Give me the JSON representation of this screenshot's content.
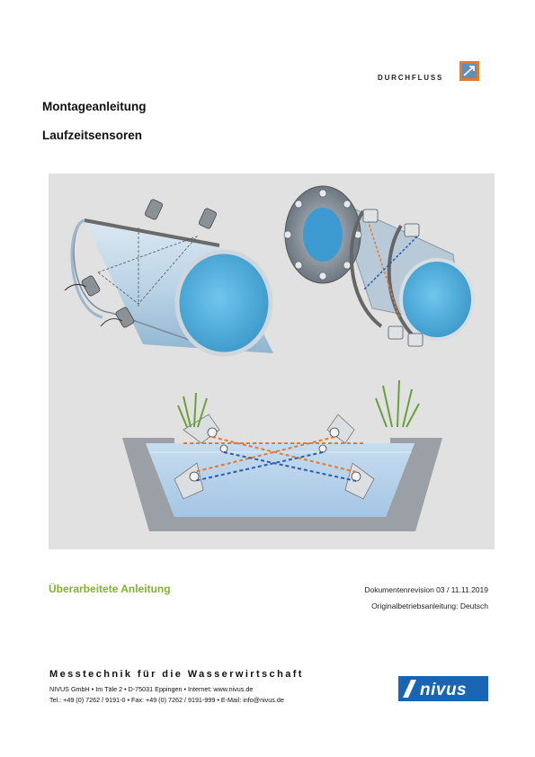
{
  "header": {
    "category": "DURCHFLUSS",
    "category_icon": "flow-pipe-icon",
    "accent_color": "#e8792b"
  },
  "title": {
    "line1": "Montageanleitung",
    "line2": "Laufzeitsensoren"
  },
  "figure": {
    "description_icons": [
      "pipe-with-clamp-sensors-illustration",
      "flanged-pipe-with-sensors-illustration",
      "open-channel-with-sensors-illustration"
    ]
  },
  "meta": {
    "status": "Überarbeitete Anleitung",
    "status_color": "#82b428",
    "document_revision": "Dokumentenrevision 03 / 11.11.2019",
    "original_language": "Originalbetriebsanleitung: Deutsch"
  },
  "footer": {
    "tagline": "Messtechnik für die Wasserwirtschaft",
    "address": "NIVUS GmbH • Im Täle 2 • D-75031 Eppingen • Internet: www.nivus.de",
    "contact": "Tel.: +49 (0) 7262 / 9191-0 • Fax: +49 (0) 7262 / 9191-999 • E-Mail: info@nivus.de",
    "logo_text": "nivus",
    "logo_color": "#1a64b4"
  }
}
